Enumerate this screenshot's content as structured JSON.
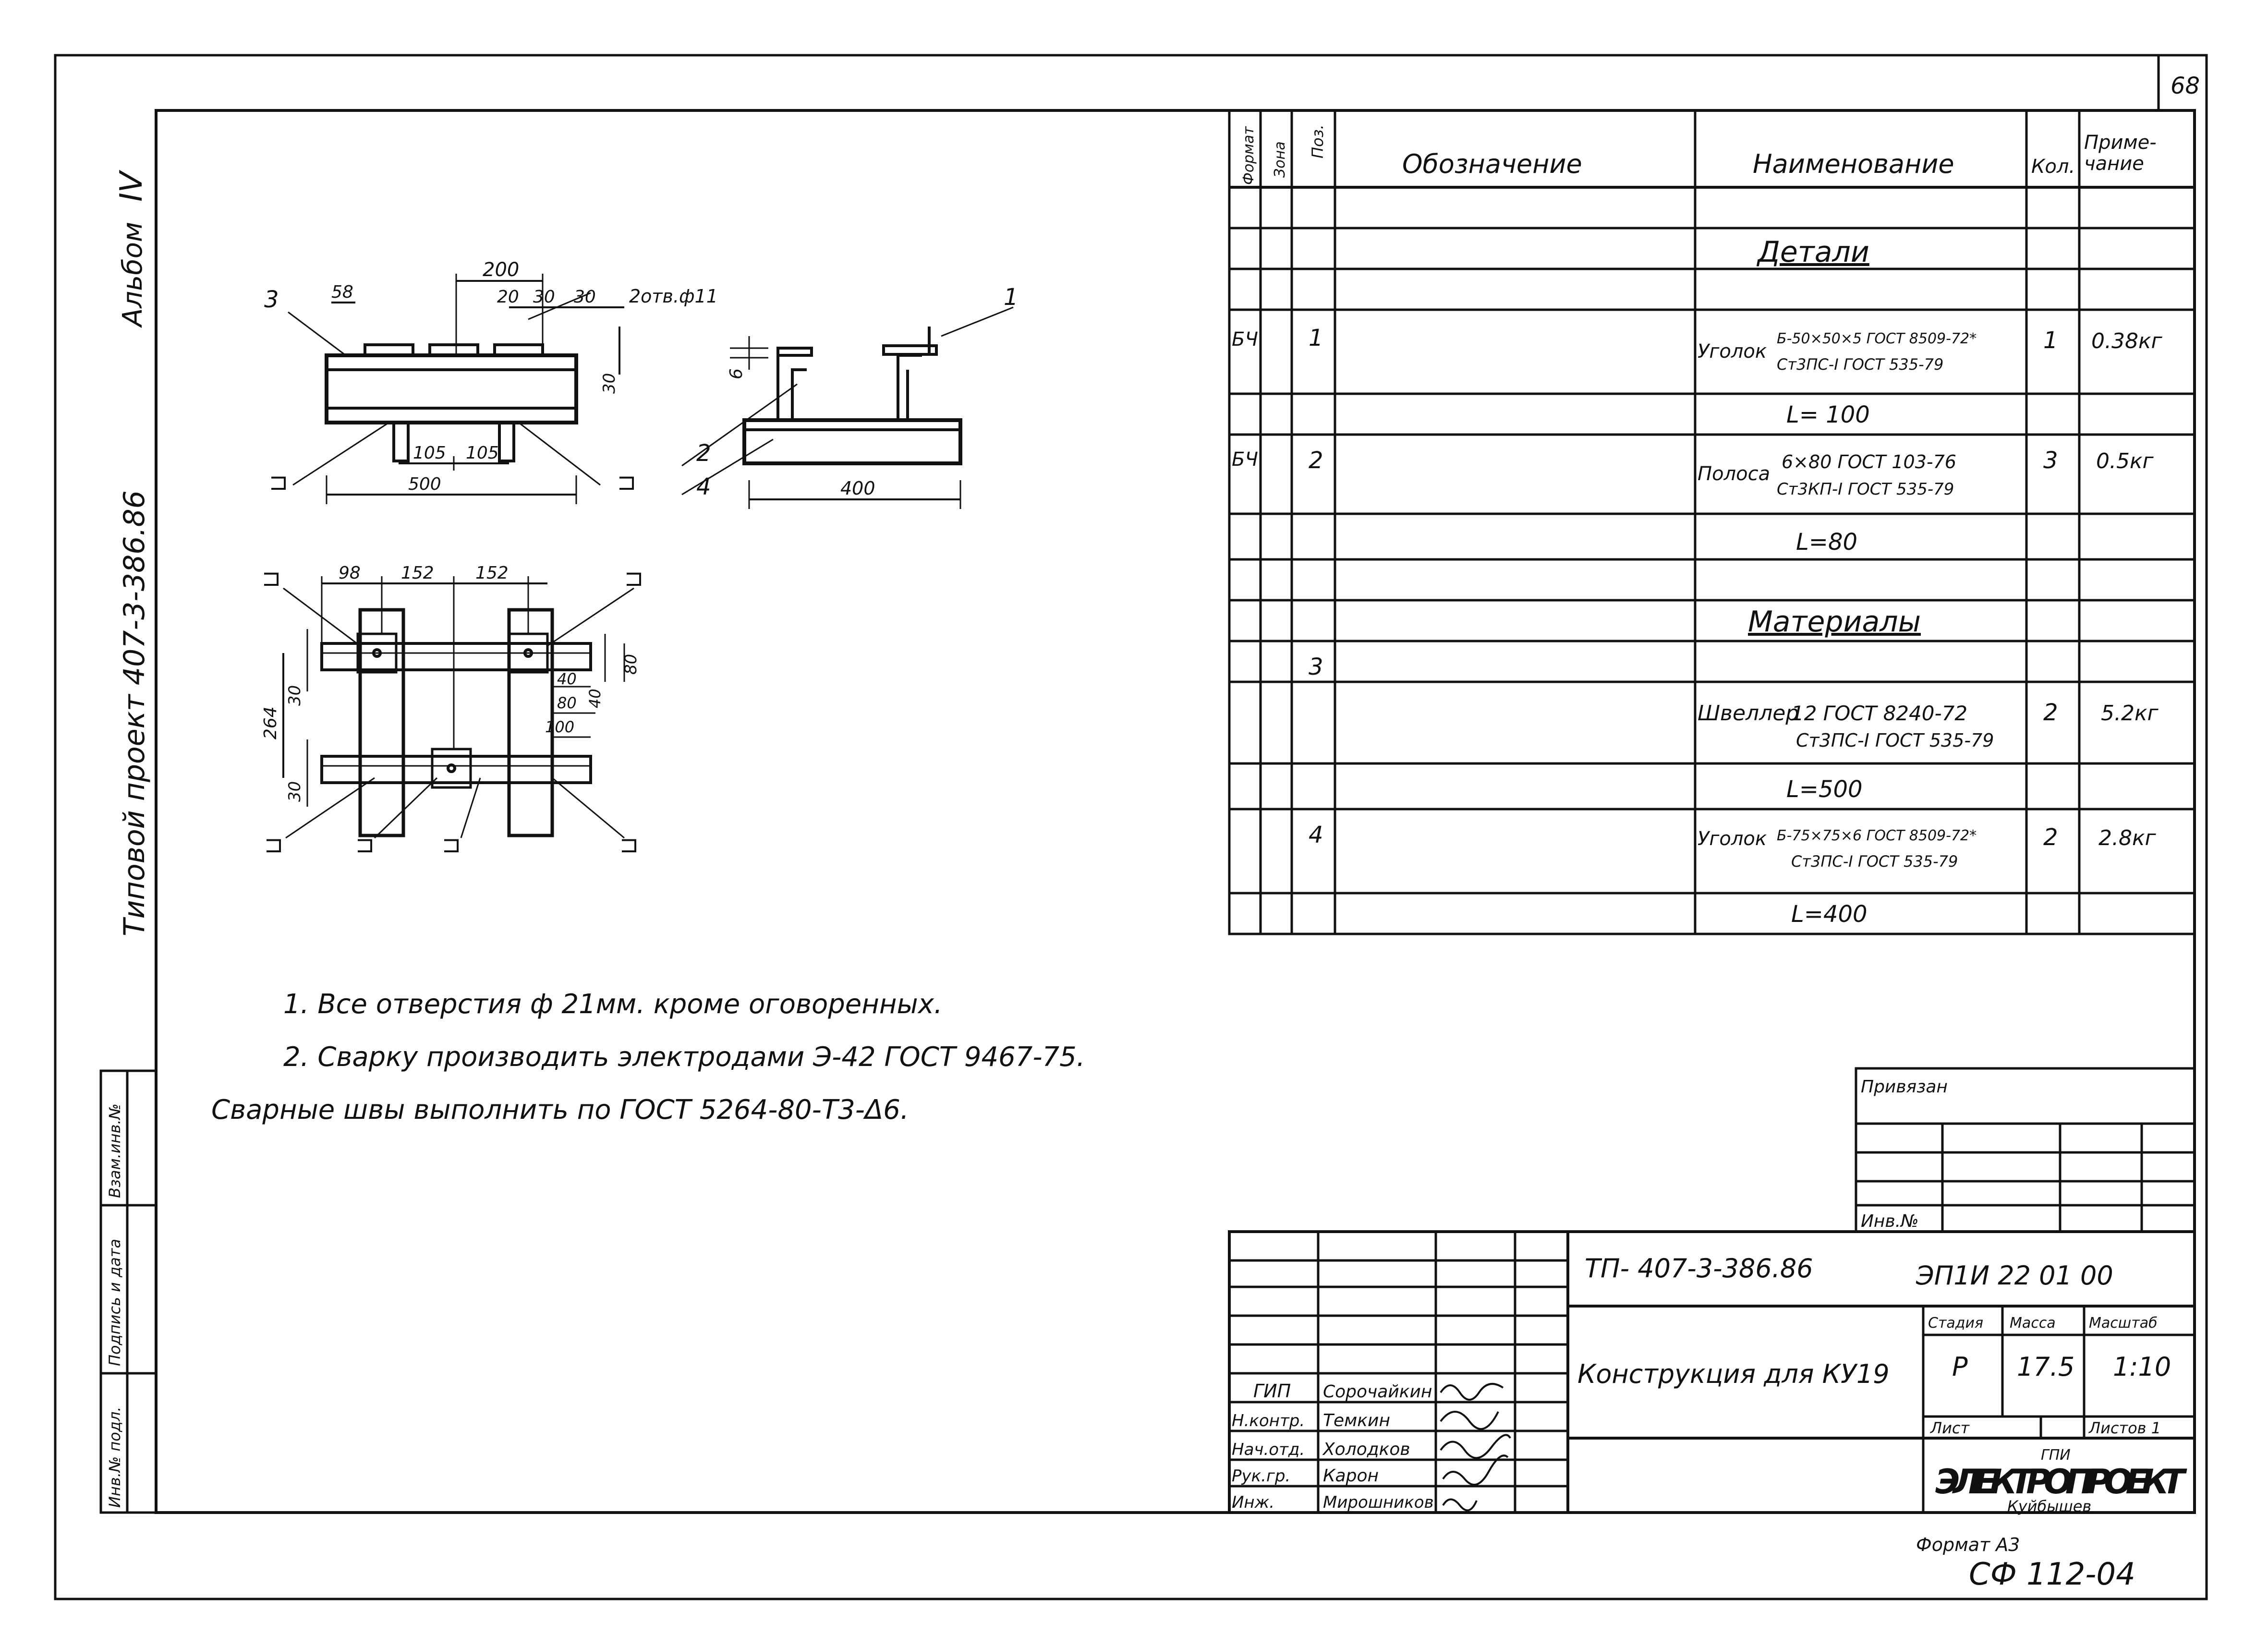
{
  "sheet": {
    "page_number": "68",
    "format": "Формат А3",
    "form_code": "СФ 112-04"
  },
  "side": {
    "album": "Альбом",
    "album_num": "IV",
    "project": "Типовой проект 407-3-386.86",
    "stamp_cells": [
      "Инв.№ подл.",
      "Подпись и дата",
      "Взам.инв.№"
    ]
  },
  "drawing": {
    "side_view": {
      "labels": {
        "p3": "3",
        "p2": "2",
        "p4": "4",
        "p1": "1",
        "weld": "⊐"
      },
      "dims": {
        "d200": "200",
        "d58": "58",
        "d20": "20",
        "d30a": "30",
        "d30b": "30",
        "holes": "2отв.ф11",
        "d30v": "30",
        "d105a": "105",
        "d105b": "105",
        "d500": "500",
        "d6": "6",
        "d400": "400"
      }
    },
    "plan_view": {
      "dims": {
        "d98": "98",
        "d152a": "152",
        "d152b": "152",
        "d264": "264",
        "d30a": "30",
        "d30b": "30",
        "d40a": "40",
        "d80a": "80",
        "d40b": "40",
        "d100": "100",
        "d80b": "80"
      }
    }
  },
  "notes": [
    "1. Все отверстия ф 21мм. кроме оговоренных.",
    "2. Сварку производить электродами Э-42 ГОСТ 9467-75.",
    "Сварные швы выполнить по ГОСТ 5264-80-Т3-Δ6."
  ],
  "spec": {
    "headers": {
      "format": "Формат",
      "zone": "Зона",
      "pos": "Поз.",
      "designation": "Обозначение",
      "name": "Наименование",
      "qty": "Кол.",
      "note": "Приме-\nчание"
    },
    "sections": {
      "details": "Детали",
      "materials": "Материалы"
    },
    "rows": [
      {
        "format": "БЧ",
        "pos": "1",
        "name_prefix": "Уголок",
        "spec_top": "Б-50×50×5 ГОСТ 8509-72*",
        "spec_bottom": "Ст3ПС-I ГОСТ 535-79",
        "qty": "1",
        "note": "0.38кг",
        "length": "L= 100"
      },
      {
        "format": "БЧ",
        "pos": "2",
        "name_prefix": "Полоса",
        "spec_top": "6×80 ГОСТ 103-76",
        "spec_bottom": "Ст3КП-I ГОСТ 535-79",
        "qty": "3",
        "note": "0.5кг",
        "length": "L=80"
      },
      {
        "format": "",
        "pos": "3",
        "name_prefix": "Швеллер",
        "spec_top": "12 ГОСТ 8240-72",
        "spec_bottom": "Ст3ПС-I ГОСТ 535-79",
        "qty": "2",
        "note": "5.2кг",
        "length": "L=500"
      },
      {
        "format": "",
        "pos": "4",
        "name_prefix": "Уголок",
        "spec_top": "Б-75×75×6 ГОСТ 8509-72*",
        "spec_bottom": "Ст3ПС-I ГОСТ 535-79",
        "qty": "2",
        "note": "2.8кг",
        "length": "L=400"
      }
    ]
  },
  "binding": {
    "attached": "Привязан",
    "inv": "Инв.№"
  },
  "title_block": {
    "code": "ТП- 407-3-386.86",
    "doc_code": "ЭП1И 22 01 00",
    "title": "Конструкция для КУ19",
    "stage_label": "Стадия",
    "mass_label": "Масса",
    "scale_label": "Масштаб",
    "stage": "Р",
    "mass": "17.5",
    "scale": "1:10",
    "sheet_label": "Лист",
    "sheets_label": "Листов 1",
    "org_top": "ГПИ",
    "org": "ЭЛЕКТРОПРОЕКТ",
    "org_city": "Куйбышев",
    "people": [
      {
        "role": "ГИП",
        "name": "Сорочайкин"
      },
      {
        "role": "Н.контр.",
        "name": "Темкин"
      },
      {
        "role": "Нач.отд.",
        "name": "Холодков"
      },
      {
        "role": "Рук.гр.",
        "name": "Карон"
      },
      {
        "role": "Инж.",
        "name": "Мирошников"
      }
    ]
  }
}
